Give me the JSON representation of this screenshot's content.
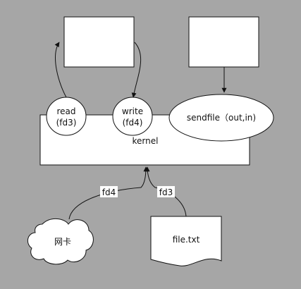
{
  "diagram": {
    "background": "#a6a6a6",
    "kernel": {
      "label": "kernel"
    },
    "read_op": {
      "line1": "read",
      "line2": "(fd3)"
    },
    "write_op": {
      "line1": "write",
      "line2": "(fd4)"
    },
    "sendfile_op": {
      "label": "sendfile（out,in)"
    },
    "network_card": {
      "label": "网卡"
    },
    "file": {
      "label": "file.txt"
    },
    "fd4_label": "fd4",
    "fd3_label": "fd3"
  }
}
